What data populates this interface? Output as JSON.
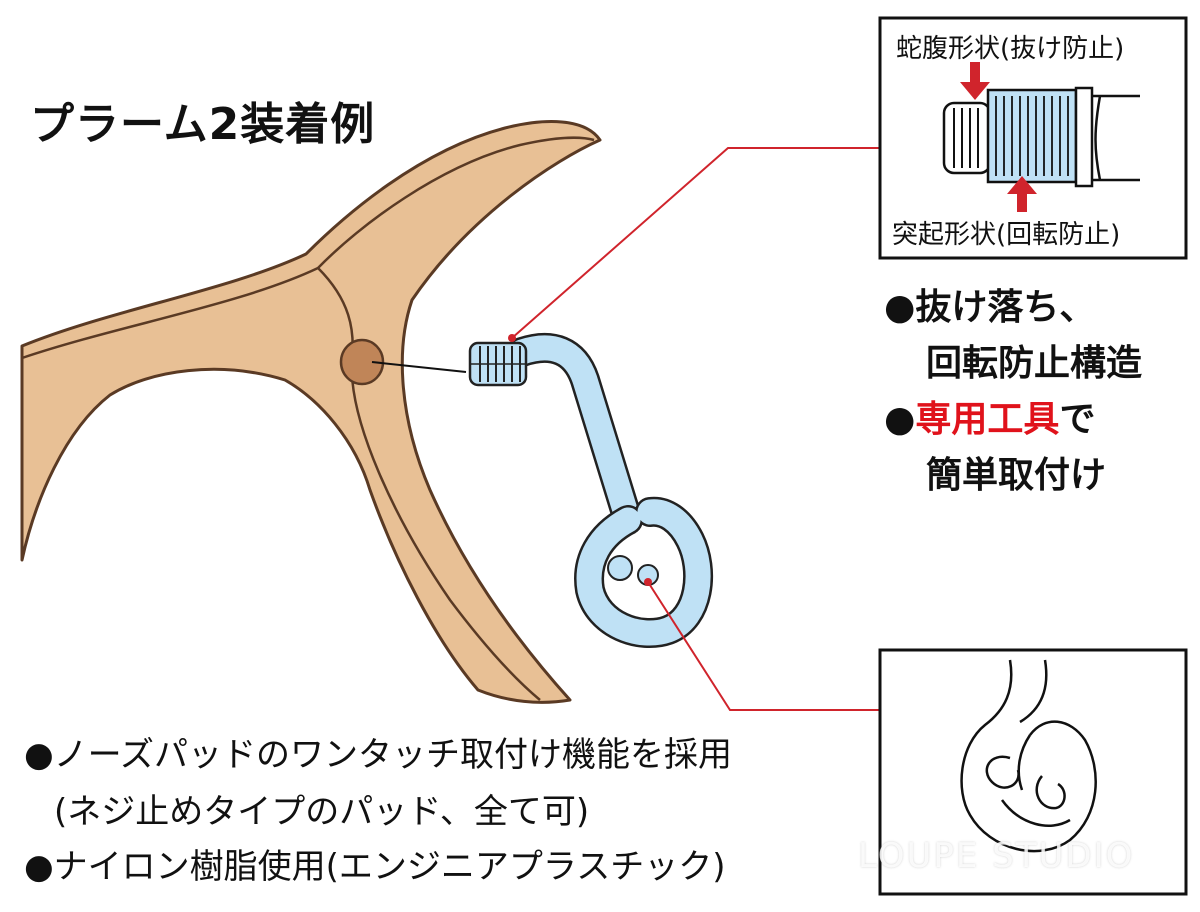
{
  "title": "プラーム2装着例",
  "detail_top": {
    "label_top": "蛇腹形状(抜け防止)",
    "label_bottom": "突起形状(回転防止)"
  },
  "features": {
    "line1": "●抜け落ち、",
    "line2": "回転防止構造",
    "line3_bullet": "●",
    "line3_highlight": "専用工具",
    "line3_rest": "で",
    "line4": "簡単取付け"
  },
  "bottom_notes": {
    "line1": "●ノーズパッドのワンタッチ取付け機能を採用",
    "line2": "(ネジ止めタイプのパッド、全て可)",
    "line3": "●ナイロン樹脂使用(エンジニアプラスチック)"
  },
  "watermark": "LOUPE STUDIO",
  "colors": {
    "frame": "#e8c095",
    "frame_outline": "#5a3a24",
    "hole": "#c08558",
    "part_blue": "#bfe1f5",
    "leader_red": "#d0242c",
    "highlight_red": "#e0121b"
  }
}
